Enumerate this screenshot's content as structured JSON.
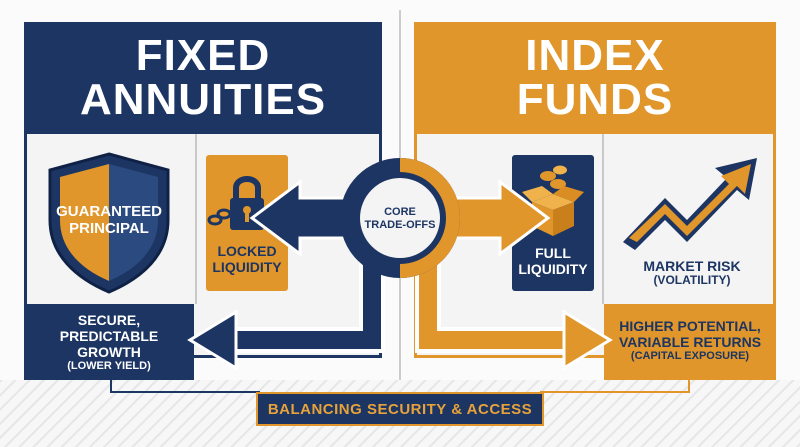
{
  "left": {
    "title_line1": "FIXED",
    "title_line2": "ANNUITIES",
    "shield_line1": "GUARANTEED",
    "shield_line2": "PRINCIPAL",
    "lock_line1": "LOCKED",
    "lock_line2": "LIQUIDITY",
    "outcome_line1": "SECURE,",
    "outcome_line2": "PREDICTABLE",
    "outcome_line3": "GROWTH",
    "outcome_line4": "(LOWER YIELD)"
  },
  "right": {
    "title_line1": "INDEX",
    "title_line2": "FUNDS",
    "liquidity_line1": "FULL",
    "liquidity_line2": "LIQUIDITY",
    "risk_line1": "MARKET RISK",
    "risk_line2": "(VOLATILITY)",
    "outcome_line1": "HIGHER POTENTIAL,",
    "outcome_line2": "VARIABLE RETURNS",
    "outcome_line3": "(CAPITAL EXPOSURE)"
  },
  "center": {
    "hub_line1": "CORE",
    "hub_line2": "TRADE-OFFS"
  },
  "footer": {
    "banner": "BALANCING SECURITY & ACCESS"
  },
  "colors": {
    "navy": "#1c3563",
    "gold": "#e0962a",
    "panel": "#f4f4f4"
  },
  "icons": [
    "shield-icon",
    "padlock-chain-icon",
    "open-box-coins-icon",
    "rising-zigzag-arrow-icon",
    "double-arrow-icon",
    "u-turn-arrow-left-icon",
    "u-turn-arrow-right-icon"
  ]
}
